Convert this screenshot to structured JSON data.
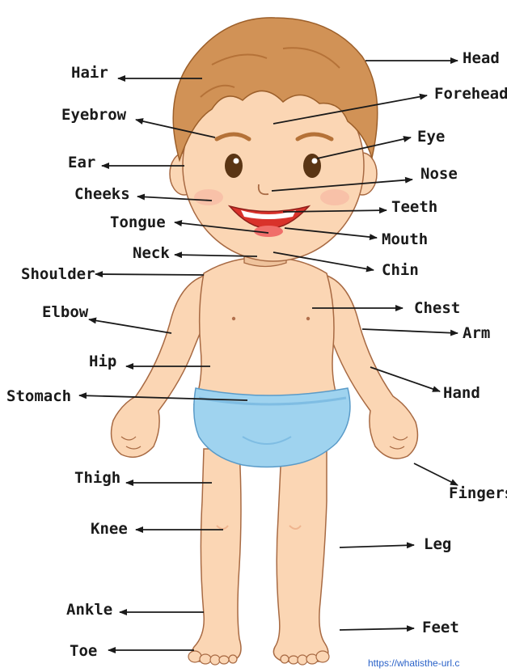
{
  "labels": {
    "head": "Head",
    "hair": "Hair",
    "forehead": "Forehead",
    "eyebrow": "Eyebrow",
    "eye": "Eye",
    "ear": "Ear",
    "nose": "Nose",
    "cheeks": "Cheeks",
    "teeth": "Teeth",
    "tongue": "Tongue",
    "mouth": "Mouth",
    "neck": "Neck",
    "chin": "Chin",
    "shoulder": "Shoulder",
    "chest": "Chest",
    "elbow": "Elbow",
    "arm": "Arm",
    "hip": "Hip",
    "hand": "Hand",
    "stomach": "Stomach",
    "fingers": "Fingers",
    "thigh": "Thigh",
    "knee": "Knee",
    "leg": "Leg",
    "ankle": "Ankle",
    "feet": "Feet",
    "toe": "Toe"
  },
  "source_url": "https://whatisthe-url.c",
  "colors": {
    "skin": "#fbd6b4",
    "skin_shade": "#efb58f",
    "hair": "#d19256",
    "hair_dark": "#b57238",
    "diaper": "#9fd3ef",
    "diaper_shade": "#7fbde3",
    "mouth": "#d9322b",
    "outline": "#a86a43",
    "arrow": "#1a1a1a"
  }
}
